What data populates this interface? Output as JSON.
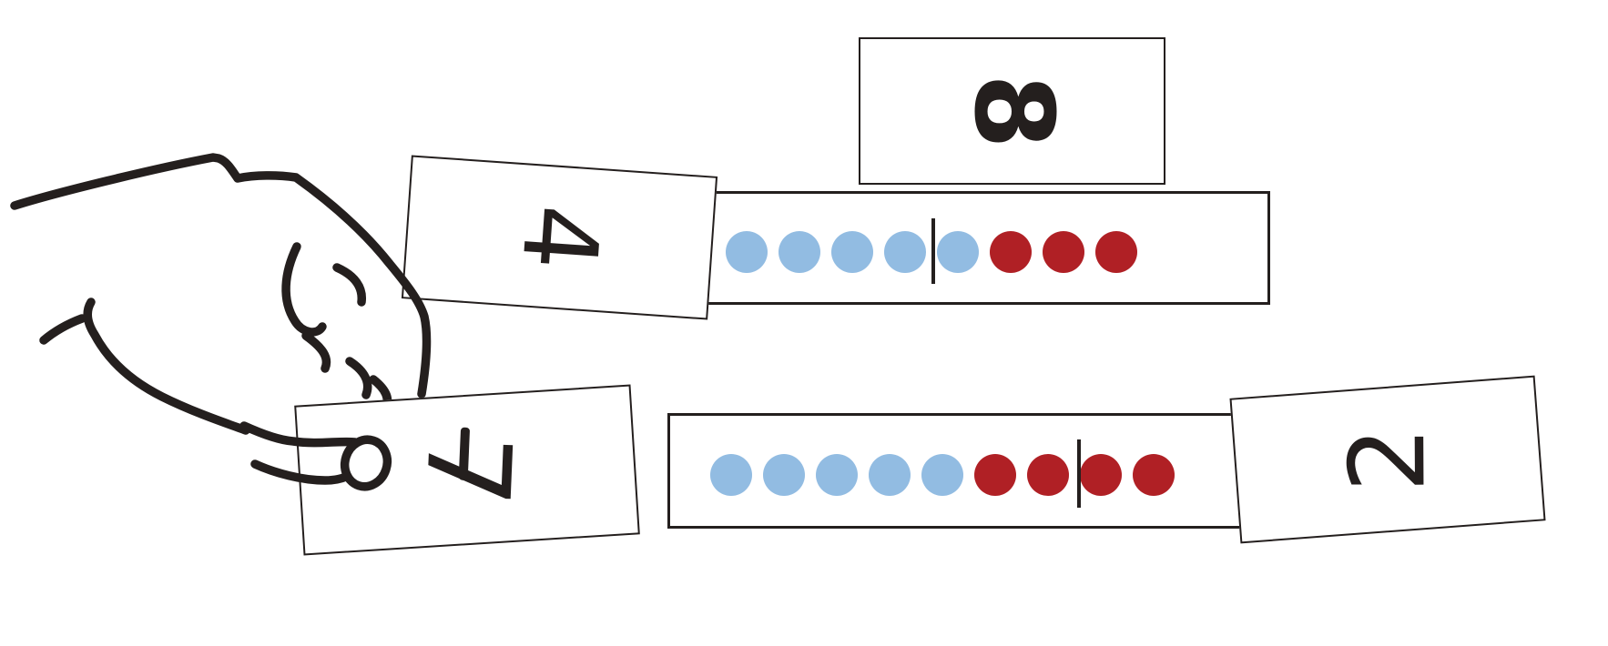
{
  "colors": {
    "ink": "#241f1e",
    "blue": "#92bce2",
    "red": "#b02025"
  },
  "cards": {
    "eight": {
      "value": "8"
    },
    "four": {
      "value": "4"
    },
    "seven": {
      "value": "7"
    },
    "two": {
      "value": "2"
    }
  },
  "strips": {
    "top": {
      "dot_colors": [
        "blue",
        "blue",
        "blue",
        "blue",
        "blue",
        "red",
        "red",
        "red"
      ],
      "divider_after_dot": 4
    },
    "bottom": {
      "dot_colors": [
        "blue",
        "blue",
        "blue",
        "blue",
        "blue",
        "red",
        "red",
        "red",
        "red"
      ],
      "divider_after_dot": 7
    }
  }
}
